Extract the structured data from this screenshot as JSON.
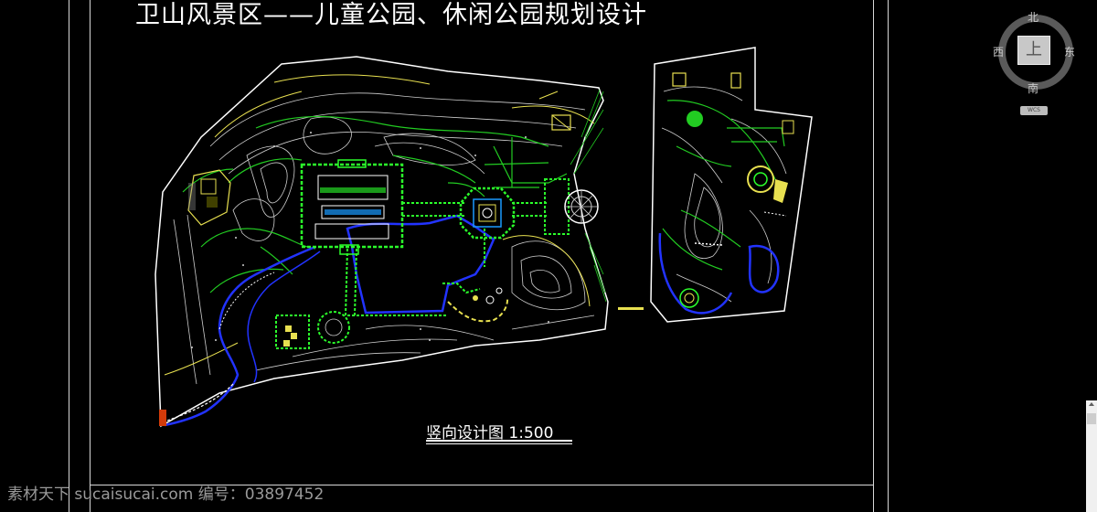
{
  "drawing": {
    "title": "卫山风景区——儿童公园、休闲公园规划设计",
    "caption": "竖向设计图   1:500"
  },
  "watermark": "素材天下 sucaisucai.com  编号：03897452",
  "viewcube": {
    "north": "北",
    "south": "南",
    "east": "东",
    "west": "西",
    "face": "上",
    "wcs": "WCS"
  },
  "colors": {
    "background": "#000000",
    "contour": "#cfcfcf",
    "path": "#22cc22",
    "water": "#2233ff",
    "accent": "#e8e050",
    "plaza": "#2bff2b"
  }
}
